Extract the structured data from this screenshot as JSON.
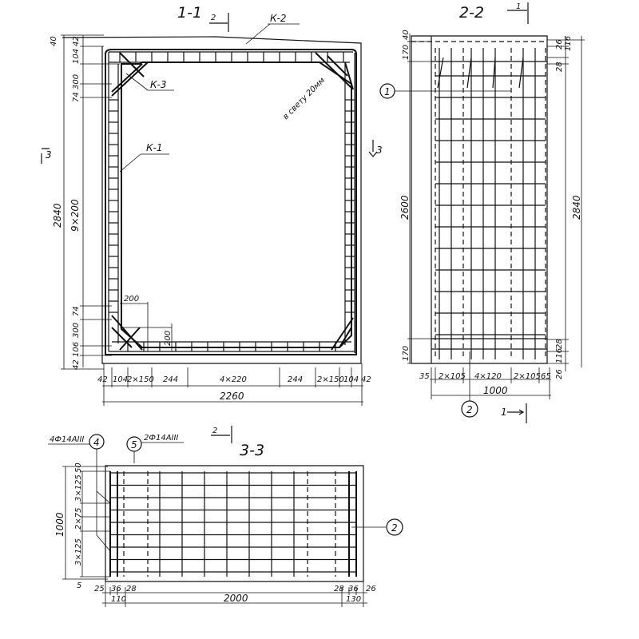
{
  "views": {
    "section_1_1": {
      "title": "1-1",
      "cut_mark_2": "2",
      "cut_mark_3_left": "3",
      "cut_mark_3_right": "3",
      "labels": {
        "k2": "К-2",
        "k3": "К-3",
        "k1": "К-1",
        "clear_note": "в свету 20мм"
      },
      "left_dims": [
        "40",
        "104",
        "42",
        "300",
        "74",
        "9×200",
        "2840",
        "74",
        "300",
        "106",
        "42"
      ],
      "inner_dims": [
        "200",
        "200"
      ],
      "bottom_dims": [
        "42",
        "104",
        "2×150",
        "244",
        "4×220",
        "244",
        "2×150",
        "104",
        "42"
      ],
      "total_width": "2260"
    },
    "section_2_2": {
      "title": "2-2",
      "cut_mark_1_top": "1",
      "cut_mark_1_bottom": "1",
      "callout_1": "1",
      "callout_2": "2",
      "left_dims": [
        "170",
        "40",
        "2600",
        "170"
      ],
      "right_dims": [
        "26",
        "116",
        "28",
        "2840",
        "28",
        "116",
        "26"
      ],
      "bottom_dims": [
        "35",
        "2×105",
        "4×120",
        "2×105",
        "65"
      ],
      "total_width": "1000"
    },
    "section_3_3": {
      "title": "3-3",
      "cut_mark_2": "2",
      "callout_4": "4",
      "callout_4_spec": "4Ф14АIII",
      "callout_5": "5",
      "callout_5_spec": "2Ф14АIII",
      "callout_2": "2",
      "left_dims": [
        "50",
        "3×125",
        "2×75",
        "3×125",
        "1000",
        "5"
      ],
      "bottom_dims": [
        "25",
        "36",
        "28",
        "28",
        "36",
        "26"
      ],
      "bottom_dims_2": [
        "110",
        "2000",
        "130"
      ]
    }
  }
}
